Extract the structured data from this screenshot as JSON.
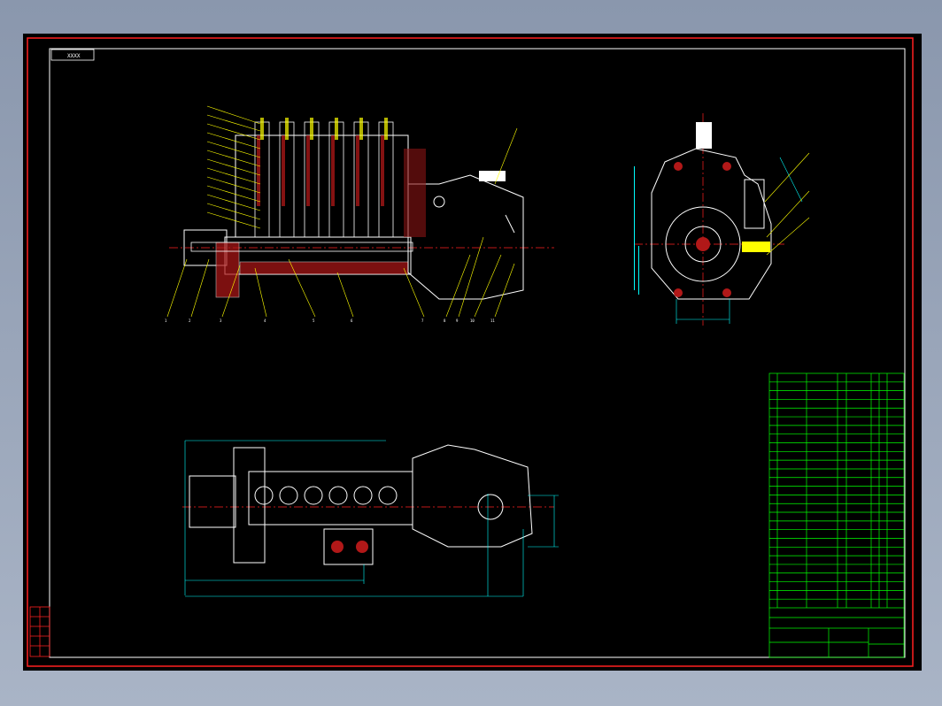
{
  "drawing": {
    "title_tag": "XXXX",
    "colors": {
      "background": "#000000",
      "frame": "#ff2020",
      "outline": "#ffffff",
      "dimension": "#00ffff",
      "leader": "#ffff00",
      "centerline": "#ff2020",
      "table": "#00ff00",
      "hatch": "#ff2020"
    },
    "front_view_item_numbers": [
      "1",
      "2",
      "3",
      "4",
      "5",
      "6",
      "7",
      "8",
      "9",
      "10",
      "11"
    ],
    "parts_table_rows": 27,
    "icons": [
      "injection-pump-front-view",
      "injection-pump-side-view",
      "injection-pump-top-view",
      "parts-list-table",
      "title-block"
    ]
  }
}
